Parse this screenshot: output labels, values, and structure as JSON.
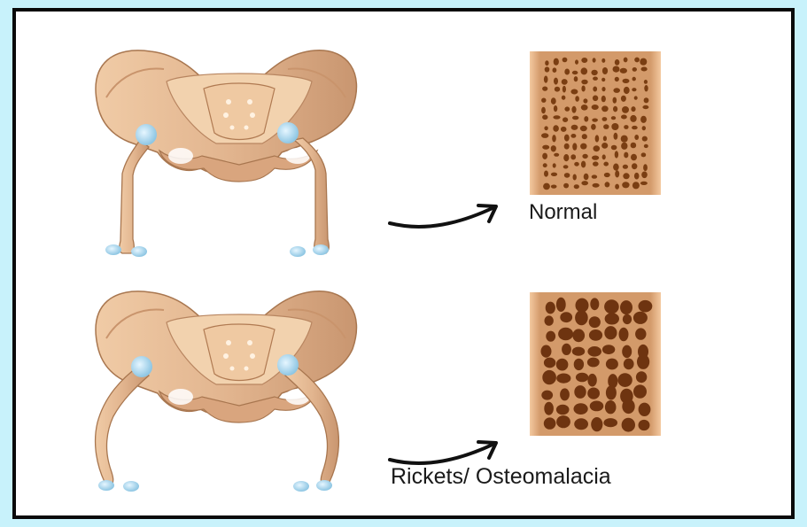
{
  "labels": {
    "normal": "Normal",
    "rickets": "Rickets/ Osteomalacia"
  },
  "colors": {
    "page_background": "#c8f2fb",
    "frame_border": "#0a0a0a",
    "bone": "#e2b58f",
    "bone_shadow": "#b88560",
    "joint": "#a9d8ee",
    "marrow_cavity": "#7a3e12",
    "arrow": "#111111"
  },
  "icons": {
    "arrow": "curved-arrow-icon",
    "pelvis": "pelvis-legs-illustration",
    "bone_section": "bone-cross-section-illustration"
  }
}
